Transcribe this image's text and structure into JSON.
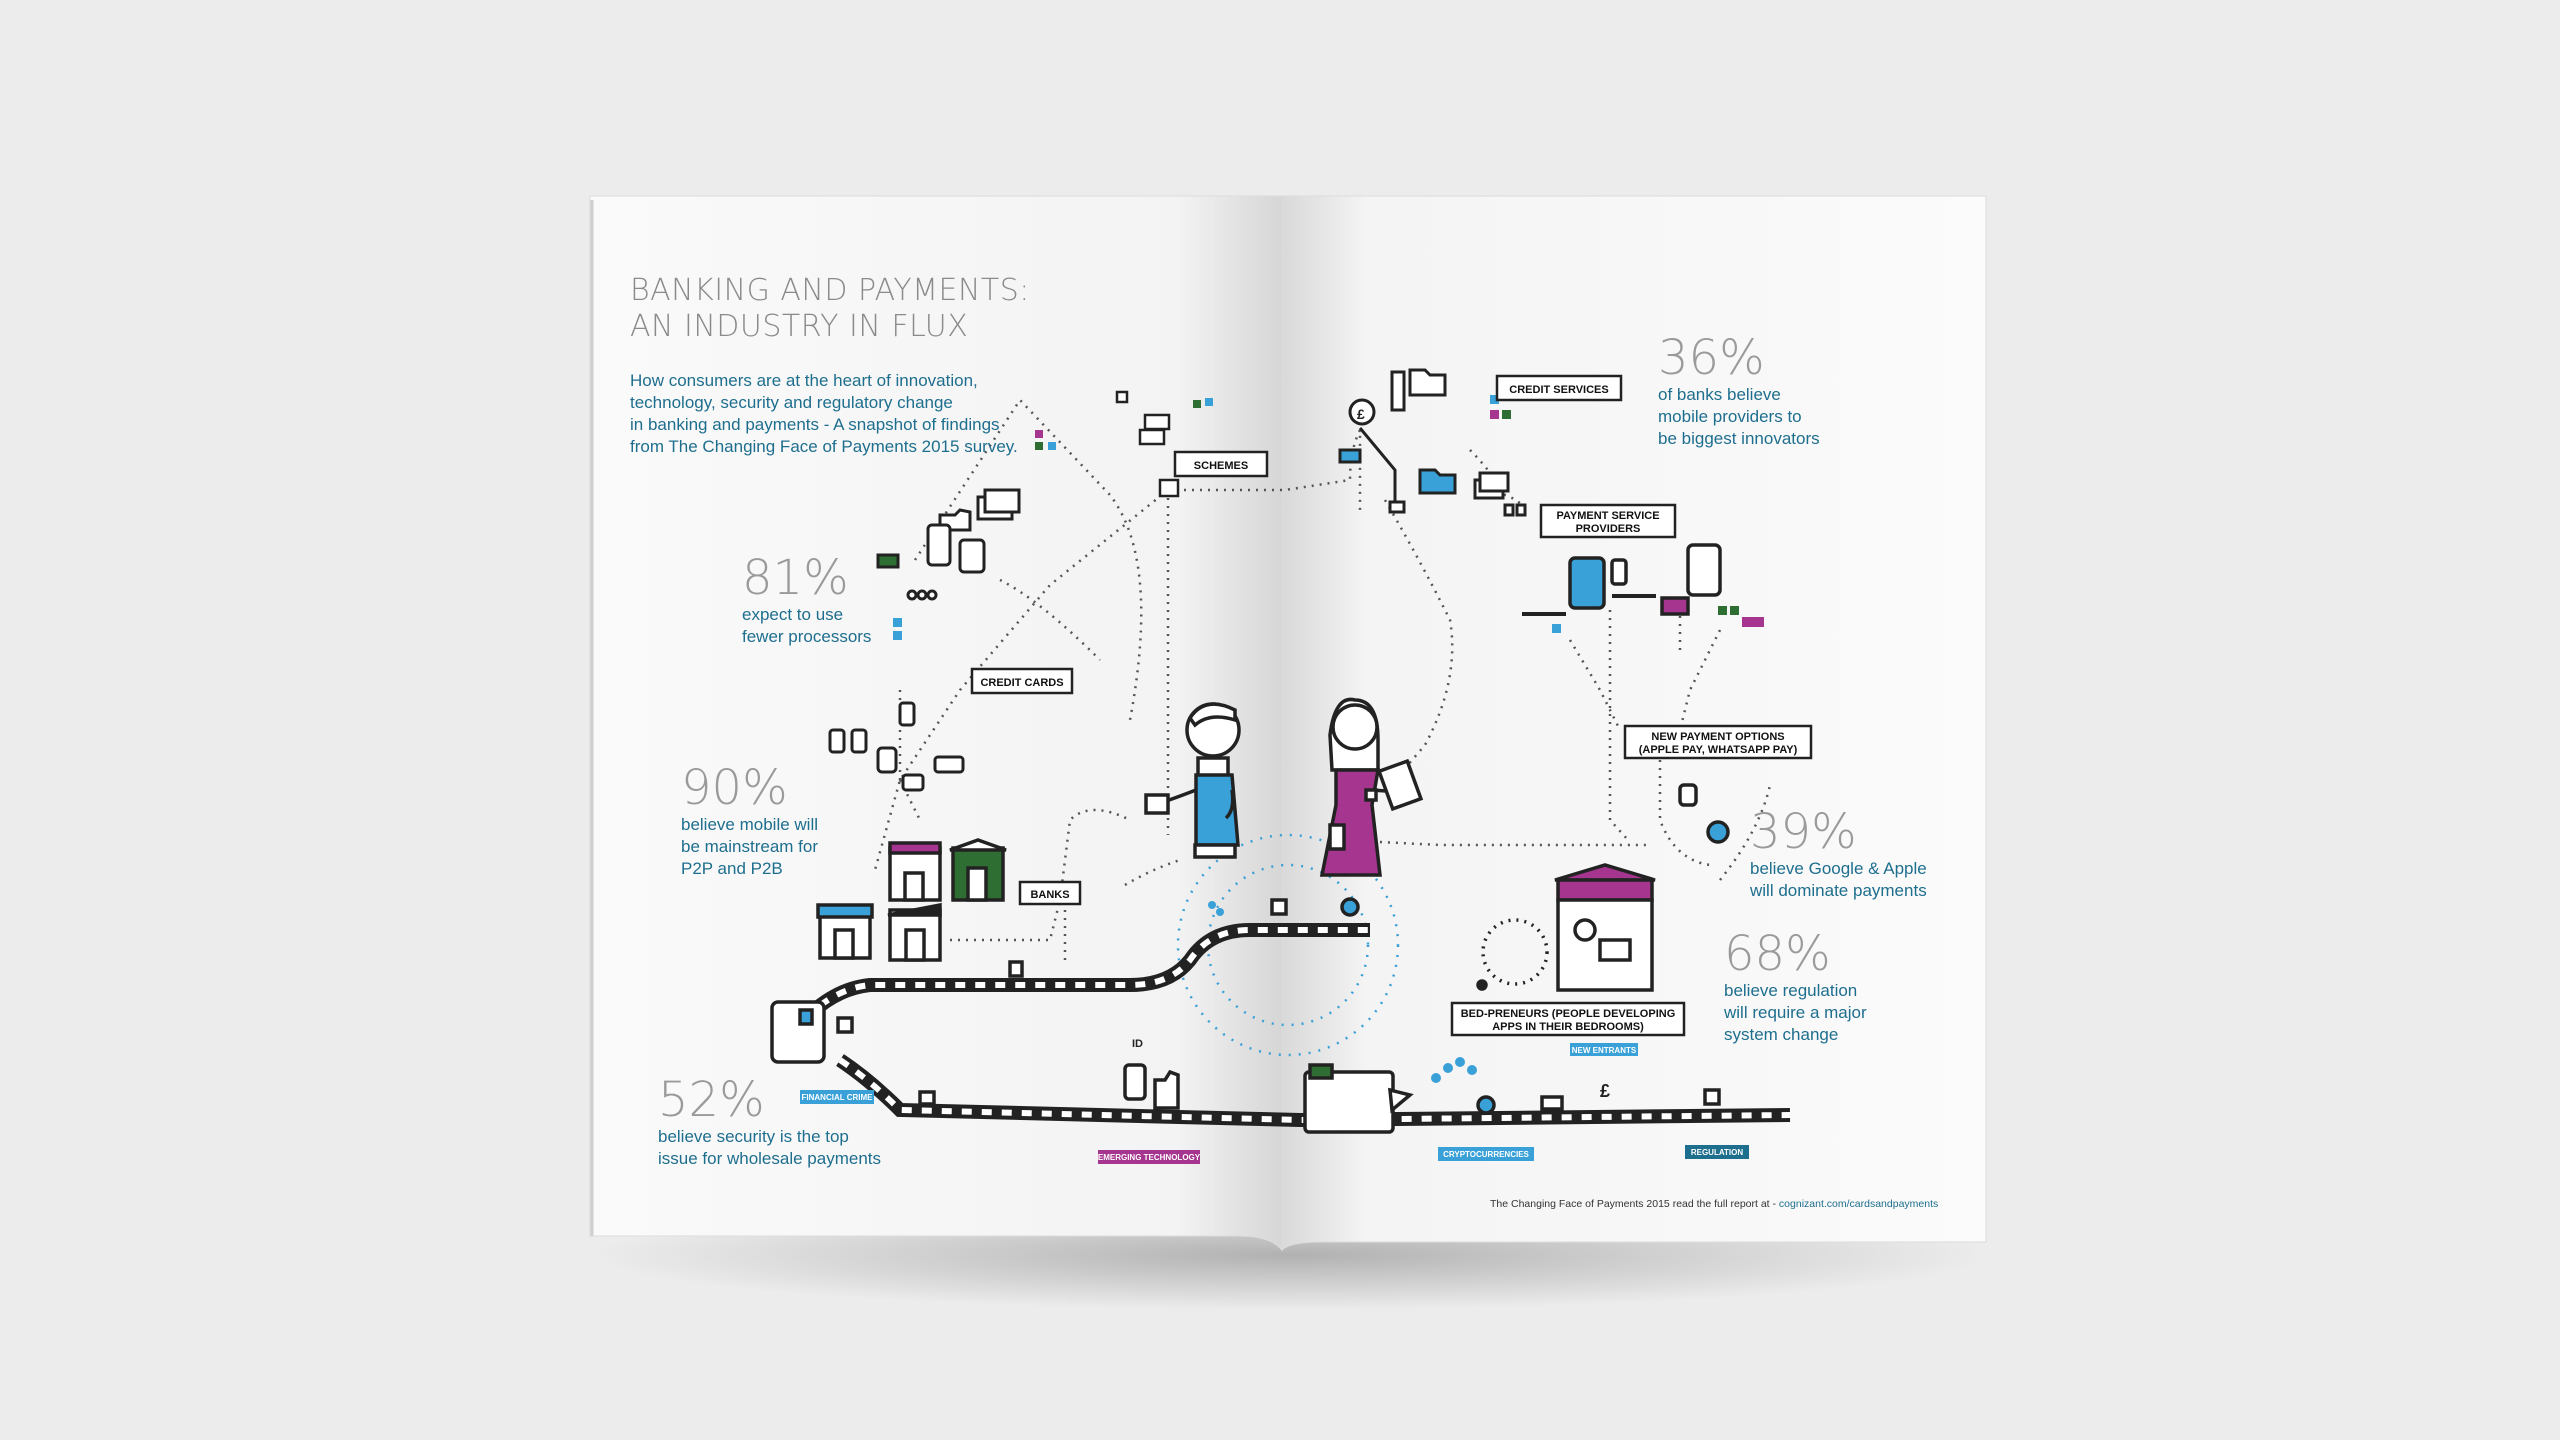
{
  "brochure": {
    "title_line1": "BANKING AND PAYMENTS:",
    "title_line2": "AN INDUSTRY IN FLUX",
    "intro": [
      "How consumers are at the heart of innovation,",
      "technology, security and regulatory change",
      "in banking and payments - A snapshot of findings",
      "from The Changing Face of Payments 2015 survey."
    ],
    "footer_text": "The Changing Face of Payments 2015 read the full report at -",
    "footer_link": "cognizant.com/cardsandpayments"
  },
  "stats": [
    {
      "pct": "81%",
      "lines": [
        "expect to use",
        "fewer processors"
      ]
    },
    {
      "pct": "90%",
      "lines": [
        "believe mobile will",
        "be mainstream for",
        "P2P and P2B"
      ]
    },
    {
      "pct": "52%",
      "lines": [
        "believe security is the top",
        "issue for wholesale payments"
      ]
    },
    {
      "pct": "36%",
      "lines": [
        "of banks believe",
        "mobile providers to",
        "be biggest innovators"
      ]
    },
    {
      "pct": "39%",
      "lines": [
        "believe Google & Apple",
        "will dominate payments"
      ]
    },
    {
      "pct": "68%",
      "lines": [
        "believe regulation",
        "will require a major",
        "system change"
      ]
    }
  ],
  "labels": {
    "schemes": "SCHEMES",
    "credit_cards": "CREDIT CARDS",
    "banks": "BANKS",
    "credit_services": "CREDIT SERVICES",
    "psp_line1": "PAYMENT SERVICE",
    "psp_line2": "PROVIDERS",
    "npo_line1": "NEW PAYMENT OPTIONS",
    "npo_line2": "(APPLE PAY, WHATSAPP PAY)",
    "bed_line1": "BED-PRENEURS (PEOPLE DEVELOPING",
    "bed_line2": "APPS IN THEIR BEDROOMS)"
  },
  "tags": {
    "financial_crime": "FINANCIAL CRIME",
    "emerging_technology": "EMERGING TECHNOLOGY",
    "cryptocurrencies": "CRYPTOCURRENCIES",
    "regulation": "REGULATION",
    "new_entrants": "NEW ENTRANTS"
  },
  "glyphs": {
    "id": "ID",
    "pound": "£"
  },
  "colors": {
    "teal": "#1e6e8e",
    "blue": "#3aa0d8",
    "magenta": "#a5358e",
    "green": "#2e6e32",
    "ink": "#222222"
  }
}
